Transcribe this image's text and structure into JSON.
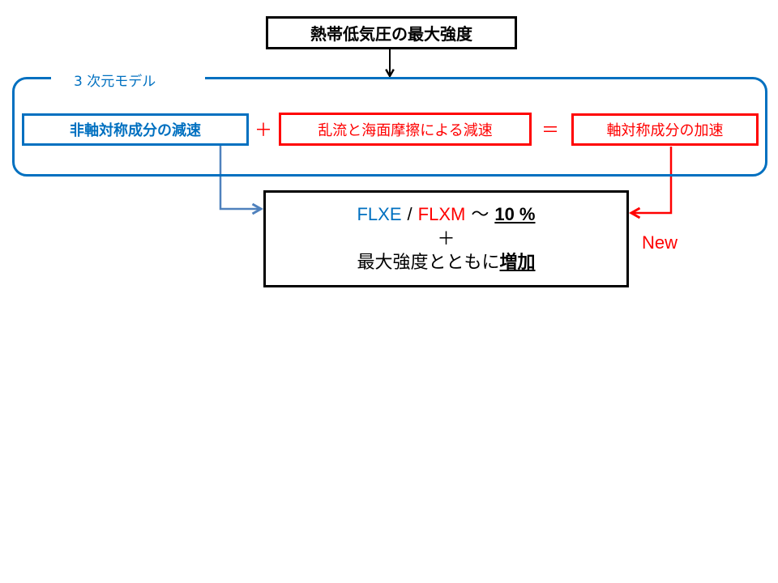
{
  "diagram": {
    "top_box": {
      "label": "熱帯低気圧の最大強度"
    },
    "group": {
      "label": "3 次元モデル",
      "terms": [
        {
          "label": "非軸対称成分の減速",
          "color": "#0070C0"
        },
        {
          "label": "乱流と海面摩擦による減速",
          "color": "#FF0000"
        },
        {
          "label": "軸対称成分の加速",
          "color": "#FF0000"
        }
      ],
      "operators": {
        "plus": "＋",
        "equals": "＝"
      }
    },
    "result": {
      "ratio_numerator": "FLXE",
      "ratio_slash": "/",
      "ratio_denominator": "FLXM",
      "approx": "〜",
      "ratio_value": "10 %",
      "plus": "＋",
      "line2_prefix": "最大強度とともに",
      "line2_emph": "増加"
    },
    "annotation": {
      "new_label": "New"
    },
    "colors": {
      "blue": "#0070C0",
      "red": "#FF0000",
      "connector_blue": "#4F81BD",
      "black": "#000000"
    }
  }
}
